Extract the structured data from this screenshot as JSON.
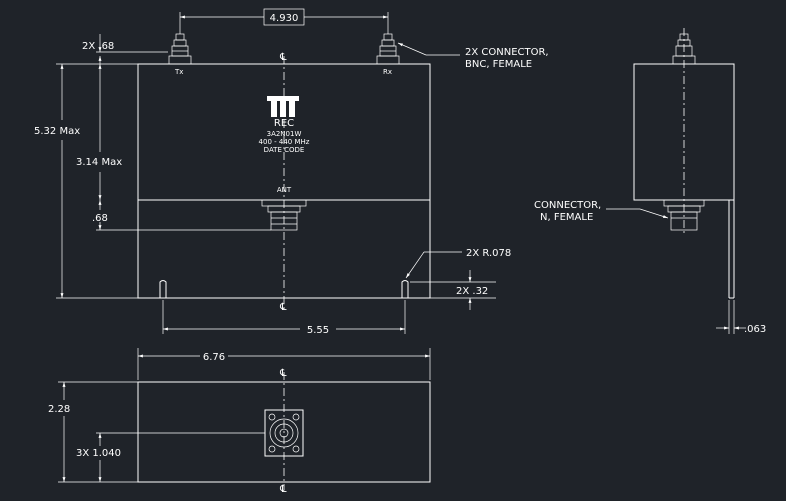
{
  "dimensions": {
    "connector_spacing": "4.930",
    "connector_height": "2X .68",
    "overall_height": "5.32 Max",
    "body_height": "3.14 Max",
    "ant_offset": ".68",
    "slot_spacing": "5.55",
    "slot_radius": "2X R.078",
    "slot_depth": "2X .32",
    "bracket_thickness": ".063",
    "overall_width": "6.76",
    "bottom_depth": "2.28",
    "bottom_offset": "3X 1.040"
  },
  "callouts": {
    "bnc_line1": "2X CONNECTOR,",
    "bnc_line2": "BNC, FEMALE",
    "n_line1": "CONNECTOR,",
    "n_line2": "N, FEMALE"
  },
  "labels": {
    "tx": "Tx",
    "rx": "Rx",
    "ant": "ANT",
    "logo_text": "REC",
    "model": "3A2N01W",
    "frequency": "400 - 440 MHz",
    "date_code": "DATE CODE",
    "centerline": "℄"
  },
  "colors": {
    "background": "#1f2329",
    "ink": "#ffffff"
  }
}
